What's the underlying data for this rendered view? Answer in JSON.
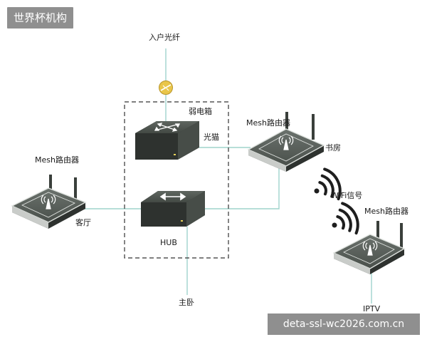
{
  "watermark_top": "世界杯机构",
  "watermark_bottom": "deta-ssl-wc2026.com.cn",
  "labels": {
    "fiber_in": "入户光纤",
    "weak_box": "弱电箱",
    "modem": "光猫",
    "hub": "HUB",
    "master_bedroom": "主卧",
    "router_study": "Mesh路由器",
    "study": "书房",
    "router_living": "Mesh路由器",
    "living_room": "客厅",
    "wifi_signal": "WiFi信号",
    "router_iptv": "Mesh路由器",
    "iptv": "IPTV"
  },
  "colors": {
    "link_line": "#9fd3cc",
    "device_dark": "#3a3f3b",
    "device_face": "#5b615c",
    "box_border": "#333333",
    "fiber_connector": "#e9c64a"
  }
}
